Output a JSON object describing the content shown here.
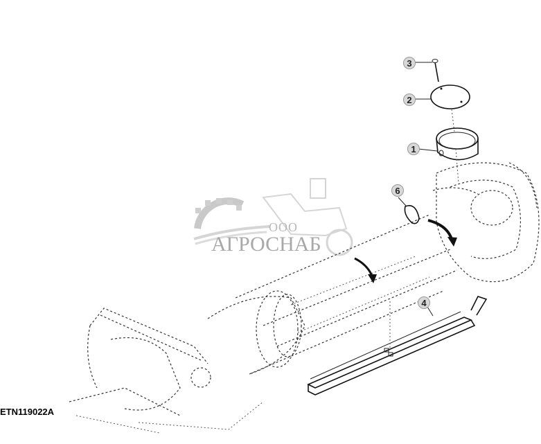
{
  "figure": {
    "id_label": "ETN119022A",
    "type": "exploded parts diagram"
  },
  "watermark": {
    "prefix": "ООО",
    "name": "АГРОСНАБ",
    "color": "#a8a8a8"
  },
  "callouts": [
    {
      "number": "1",
      "part": "ring / collar"
    },
    {
      "number": "2",
      "part": "cover plate"
    },
    {
      "number": "3",
      "part": "screw"
    },
    {
      "number": "4",
      "part": "channel strip"
    },
    {
      "number": "6",
      "part": "clamp"
    }
  ],
  "arrows": [
    {
      "name": "rotation-arrow-1"
    },
    {
      "name": "rotation-arrow-2"
    }
  ]
}
